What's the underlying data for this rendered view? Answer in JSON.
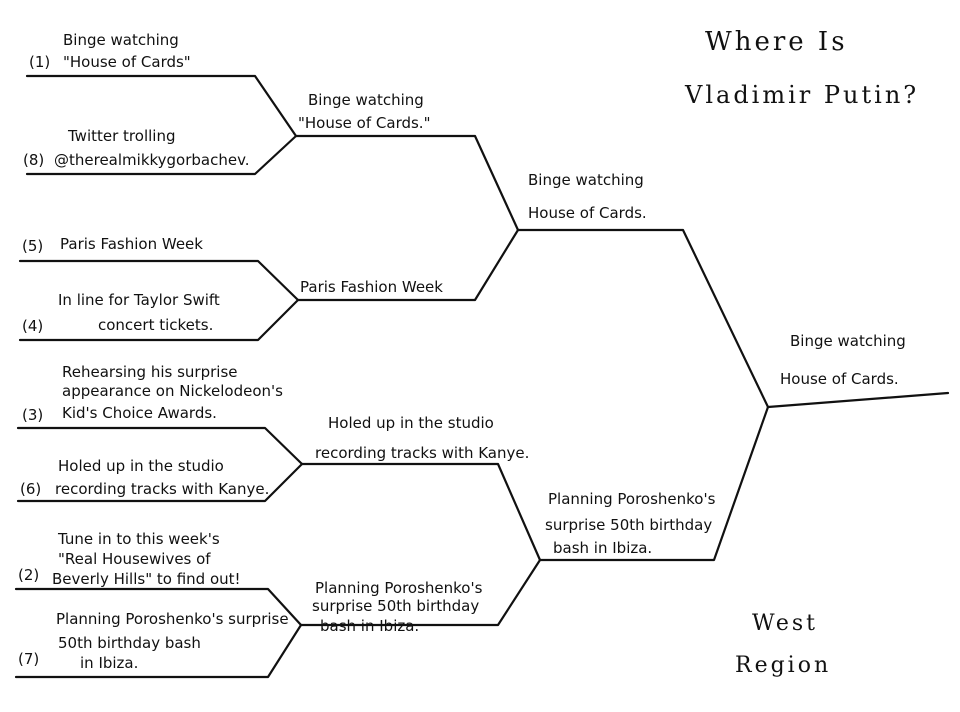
{
  "title": {
    "line1": "Where Is",
    "line2": "Vladimir Putin?"
  },
  "region": {
    "line1": "West",
    "line2": "Region"
  },
  "round1": [
    {
      "seed": "(1)",
      "line1": "Binge watching",
      "line2": "\"House of Cards\""
    },
    {
      "seed": "(8)",
      "line1": "Twitter trolling",
      "line2": "@therealmikkygorbachev."
    },
    {
      "seed": "(5)",
      "line1": "Paris Fashion Week",
      "line2": ""
    },
    {
      "seed": "(4)",
      "line1": "In line for Taylor Swift",
      "line2": "concert tickets."
    },
    {
      "seed": "(3)",
      "line0": "Rehearsing his surprise",
      "line1": "appearance on Nickelodeon's",
      "line2": "Kid's Choice Awards."
    },
    {
      "seed": "(6)",
      "line1": "Holed up in the studio",
      "line2": "recording tracks with Kanye."
    },
    {
      "seed": "(2)",
      "line0": "Tune in to this week's",
      "line1": "\"Real Housewives of",
      "line2": "Beverly Hills\" to find out!"
    },
    {
      "seed": "(7)",
      "line0": "Planning Poroshenko's surprise",
      "line1": "50th birthday bash",
      "line2": "in Ibiza."
    }
  ],
  "round2": [
    {
      "line1": "Binge watching",
      "line2": "\"House of Cards.\""
    },
    {
      "line1": "Paris Fashion Week",
      "line2": ""
    },
    {
      "line1": "Holed up in the studio",
      "line2": "recording tracks with Kanye."
    },
    {
      "line0": "Planning Poroshenko's",
      "line1": "surprise 50th birthday",
      "line2": "bash in Ibiza."
    }
  ],
  "round3": [
    {
      "line1": "Binge watching",
      "line2": "House of Cards."
    },
    {
      "line0": "Planning Poroshenko's",
      "line1": "surprise 50th birthday",
      "line2": "bash in Ibiza."
    }
  ],
  "winner": {
    "line1": "Binge watching",
    "line2": "House of Cards."
  }
}
